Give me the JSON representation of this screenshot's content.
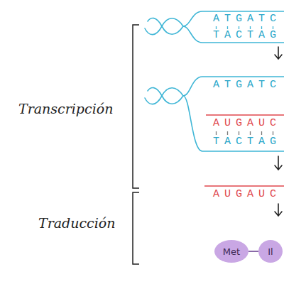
{
  "diagram": {
    "nodes": [
      {
        "text": [
          "Met"
        ]
      },
      {
        "text": [
          "Il"
        ]
      }
    ],
    "edges": [
      {
        "from": 0,
        "to": 1,
        "arrow": "none"
      }
    ],
    "labels": [
      "Transcripción",
      "Traducción",
      "ATGATC",
      "TACTAG",
      "ATGATC",
      "AUGAUC",
      "TACTAG",
      "AUGAUC"
    ]
  }
}
